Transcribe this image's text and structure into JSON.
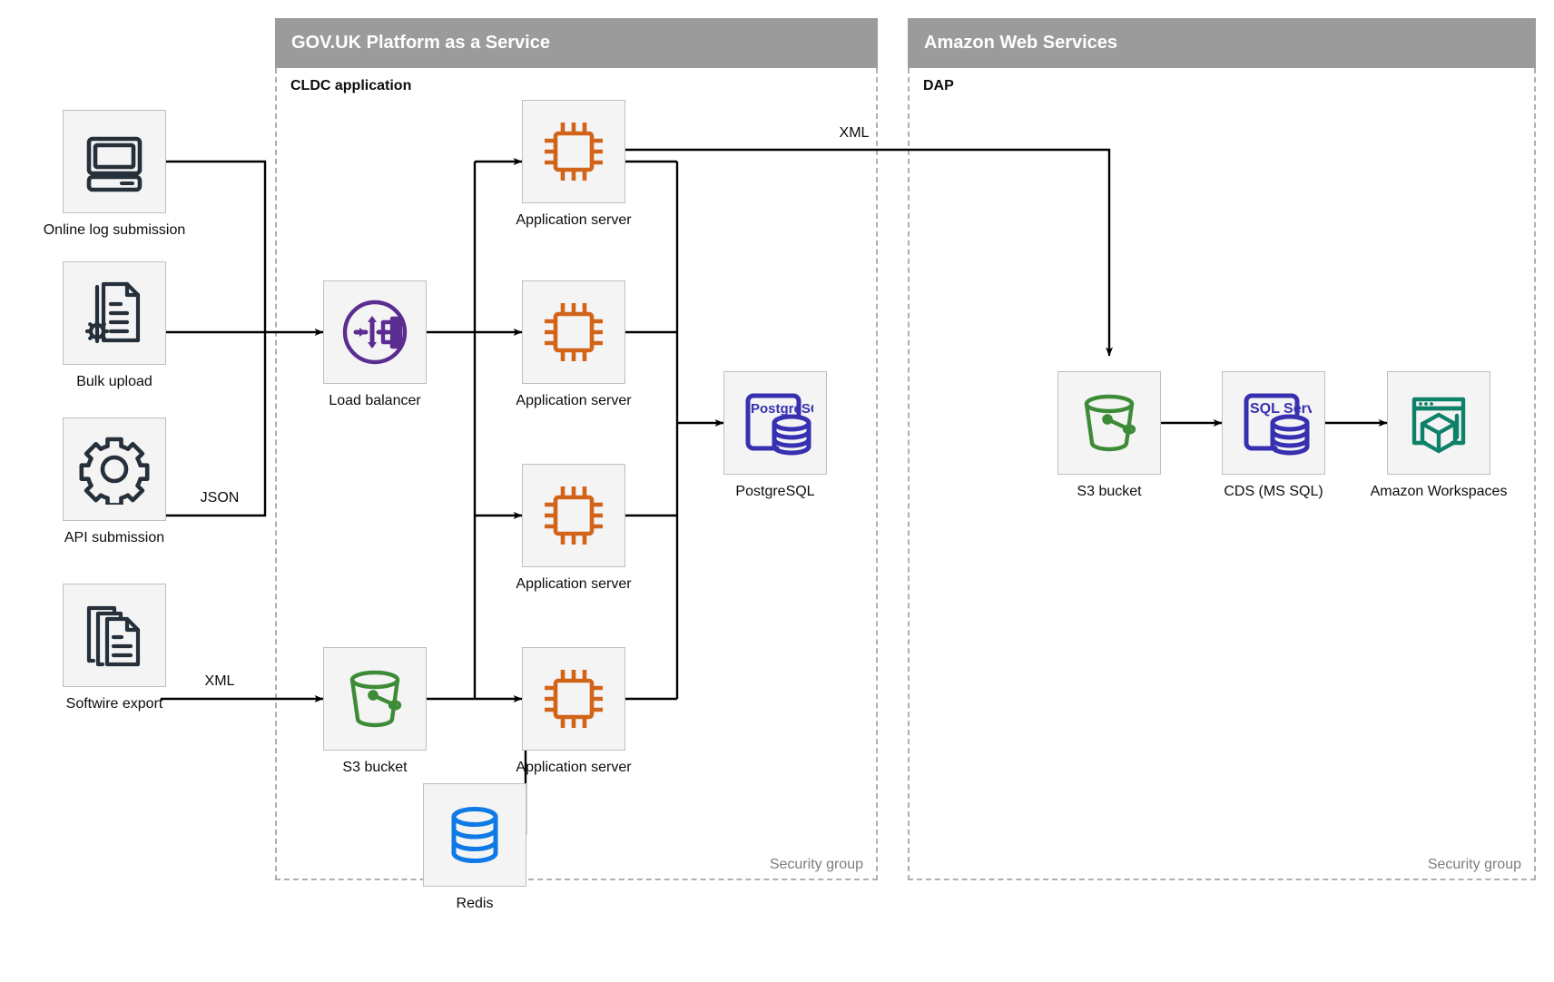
{
  "groups": [
    {
      "id": "paas",
      "title": "GOV.UK Platform as a Service",
      "sub_label": "CLDC application",
      "security_group_label": "Security group"
    },
    {
      "id": "aws",
      "title": "Amazon Web Services",
      "sub_label": "DAP",
      "security_group_label": "Security group"
    }
  ],
  "nodes": [
    {
      "id": "online-log-submission",
      "label": "Online log submission",
      "icon": "desktop-computer-icon",
      "color": "#25303b"
    },
    {
      "id": "bulk-upload",
      "label": "Bulk upload",
      "icon": "document-gear-icon",
      "color": "#25303b"
    },
    {
      "id": "api-submission",
      "label": "API submission",
      "icon": "gear-icon",
      "color": "#25303b"
    },
    {
      "id": "softwire-export",
      "label": "Softwire export",
      "icon": "documents-stack-icon",
      "color": "#25303b"
    },
    {
      "id": "load-balancer",
      "label": "Load balancer",
      "icon": "load-balancer-icon",
      "color": "#5b2d90"
    },
    {
      "id": "app-server-1",
      "label": "Application server",
      "icon": "cpu-chip-icon",
      "color": "#d2641a"
    },
    {
      "id": "app-server-2",
      "label": "Application server",
      "icon": "cpu-chip-icon",
      "color": "#d2641a"
    },
    {
      "id": "app-server-3",
      "label": "Application server",
      "icon": "cpu-chip-icon",
      "color": "#d2641a"
    },
    {
      "id": "app-server-4",
      "label": "Application server",
      "icon": "cpu-chip-icon",
      "color": "#d2641a"
    },
    {
      "id": "postgresql",
      "label": "PostgreSQL",
      "icon": "postgresql-icon",
      "color": "#3730b0",
      "badge": "PostgreSQL"
    },
    {
      "id": "s3-bucket-paas",
      "label": "S3 bucket",
      "icon": "s3-bucket-icon",
      "color": "#3d8b37"
    },
    {
      "id": "redis",
      "label": "Redis",
      "icon": "redis-database-icon",
      "color": "#0e7ae5"
    },
    {
      "id": "s3-bucket-aws",
      "label": "S3 bucket",
      "icon": "s3-bucket-icon",
      "color": "#3d8b37"
    },
    {
      "id": "cds-ms-sql",
      "label": "CDS (MS SQL)",
      "icon": "sql-server-icon",
      "color": "#3730b0",
      "badge": "SQL Server"
    },
    {
      "id": "amazon-workspaces",
      "label": "Amazon Workspaces",
      "icon": "amazon-workspaces-icon",
      "color": "#0d8268"
    }
  ],
  "edge_labels": [
    {
      "id": "json-label",
      "text": "JSON"
    },
    {
      "id": "xml-label-softwire",
      "text": "XML"
    },
    {
      "id": "xml-label-dap",
      "text": "XML"
    }
  ],
  "colors": {
    "header_band": "#9b9b9b",
    "tile_fill": "#f4f4f4",
    "tile_border": "#bfbfbf",
    "dashed_border": "#b0b0b0",
    "connector": "#000000",
    "text": "#0b0c0c",
    "muted_text": "#7d7d7d"
  }
}
